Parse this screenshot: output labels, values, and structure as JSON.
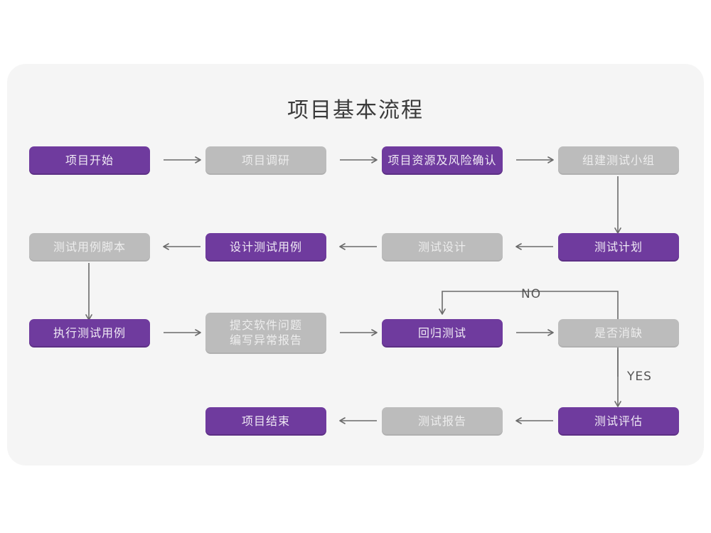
{
  "page": {
    "background_color": "#ffffff",
    "card_color": "#f5f5f5",
    "title": "项目基本流程"
  },
  "theme": {
    "purple": "#6f3b9e",
    "purple_text": "#f0eaf5",
    "gray": "#bcbcbc",
    "gray_text": "#ededed",
    "arrow_color": "#6b6b6b",
    "title_color": "#3b3b3b",
    "label_color": "#555555"
  },
  "flowchart": {
    "type": "flowchart",
    "nodes": [
      {
        "id": "n1",
        "label": "项目开始",
        "style": "purple",
        "row": 1,
        "col": 1
      },
      {
        "id": "n2",
        "label": "项目调研",
        "style": "gray",
        "row": 1,
        "col": 2
      },
      {
        "id": "n3",
        "label": "项目资源及风险确认",
        "style": "purple",
        "row": 1,
        "col": 3
      },
      {
        "id": "n4",
        "label": "组建测试小组",
        "style": "gray",
        "row": 1,
        "col": 4
      },
      {
        "id": "n5",
        "label": "测试用例脚本",
        "style": "gray",
        "row": 2,
        "col": 1
      },
      {
        "id": "n6",
        "label": "设计测试用例",
        "style": "purple",
        "row": 2,
        "col": 2
      },
      {
        "id": "n7",
        "label": "测试设计",
        "style": "gray",
        "row": 2,
        "col": 3
      },
      {
        "id": "n8",
        "label": "测试计划",
        "style": "purple",
        "row": 2,
        "col": 4
      },
      {
        "id": "n9",
        "label": "执行测试用例",
        "style": "purple",
        "row": 3,
        "col": 1
      },
      {
        "id": "n10",
        "label": "提交软件问题\n编写异常报告",
        "style": "gray",
        "row": 3,
        "col": 2
      },
      {
        "id": "n11",
        "label": "回归测试",
        "style": "purple",
        "row": 3,
        "col": 3
      },
      {
        "id": "n12",
        "label": "是否消缺",
        "style": "gray",
        "row": 3,
        "col": 4
      },
      {
        "id": "n13",
        "label": "项目结束",
        "style": "purple",
        "row": 4,
        "col": 2
      },
      {
        "id": "n14",
        "label": "测试报告",
        "style": "gray",
        "row": 4,
        "col": 3
      },
      {
        "id": "n15",
        "label": "测试评估",
        "style": "purple",
        "row": 4,
        "col": 4
      }
    ],
    "edges": [
      {
        "from": "n1",
        "to": "n2",
        "direction": "right",
        "label": ""
      },
      {
        "from": "n2",
        "to": "n3",
        "direction": "right",
        "label": ""
      },
      {
        "from": "n3",
        "to": "n4",
        "direction": "right",
        "label": ""
      },
      {
        "from": "n4",
        "to": "n8",
        "direction": "down",
        "label": ""
      },
      {
        "from": "n8",
        "to": "n7",
        "direction": "left",
        "label": ""
      },
      {
        "from": "n7",
        "to": "n6",
        "direction": "left",
        "label": ""
      },
      {
        "from": "n6",
        "to": "n5",
        "direction": "left",
        "label": ""
      },
      {
        "from": "n5",
        "to": "n9",
        "direction": "down",
        "label": ""
      },
      {
        "from": "n9",
        "to": "n10",
        "direction": "right",
        "label": ""
      },
      {
        "from": "n10",
        "to": "n11",
        "direction": "right",
        "label": ""
      },
      {
        "from": "n11",
        "to": "n12",
        "direction": "right",
        "label": ""
      },
      {
        "from": "n12",
        "to": "n11",
        "direction": "loop-up-left",
        "label": "NO"
      },
      {
        "from": "n12",
        "to": "n15",
        "direction": "down",
        "label": "YES"
      },
      {
        "from": "n15",
        "to": "n14",
        "direction": "left",
        "label": ""
      },
      {
        "from": "n14",
        "to": "n13",
        "direction": "left",
        "label": ""
      }
    ],
    "edge_labels": {
      "no": "NO",
      "yes": "YES"
    }
  }
}
